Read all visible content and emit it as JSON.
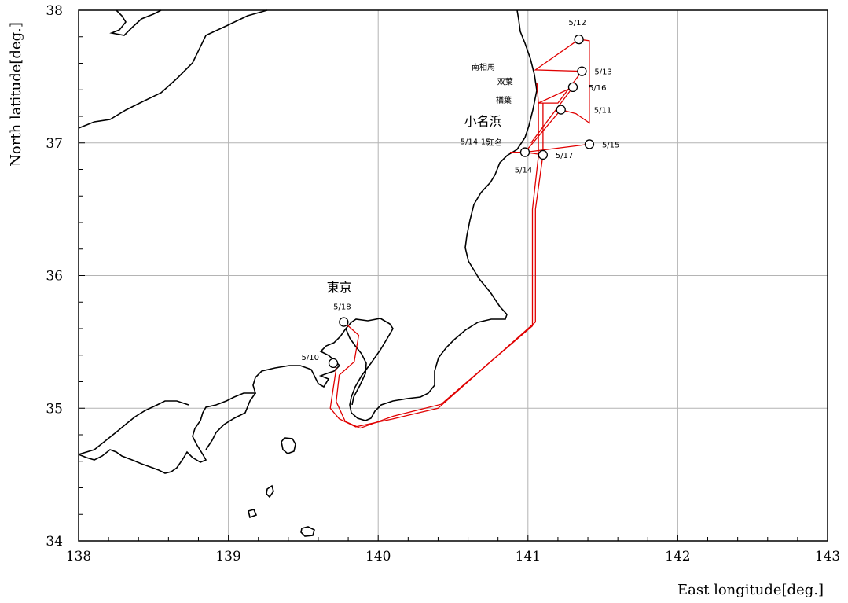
{
  "chart_data": {
    "type": "map-track",
    "xlabel": "East longitude[deg.]",
    "ylabel": "North latitude[deg.]",
    "xlim": [
      138,
      143
    ],
    "ylim": [
      34,
      38
    ],
    "x_ticks": [
      138,
      139,
      140,
      141,
      142,
      143
    ],
    "y_ticks": [
      34,
      35,
      36,
      37,
      38
    ],
    "grid": true,
    "track_color": "#e00000",
    "station_points": [
      {
        "label": "5/10",
        "lon": 139.7,
        "lat": 35.34
      },
      {
        "label": "5/18",
        "lon": 139.77,
        "lat": 35.65
      },
      {
        "label": "5/14",
        "lon": 140.98,
        "lat": 36.93
      },
      {
        "label": "5/17",
        "lon": 141.1,
        "lat": 36.91
      },
      {
        "label": "5/15",
        "lon": 141.41,
        "lat": 36.99
      },
      {
        "label": "5/11",
        "lon": 141.22,
        "lat": 37.25
      },
      {
        "label": "5/16",
        "lon": 141.3,
        "lat": 37.42
      },
      {
        "label": "5/13",
        "lon": 141.36,
        "lat": 37.54
      },
      {
        "label": "5/12",
        "lon": 141.34,
        "lat": 37.78
      }
    ],
    "place_names": [
      {
        "name": "東京",
        "lon": 139.74,
        "lat": 35.88
      },
      {
        "name": "小名浜",
        "lon": 140.7,
        "lat": 37.13
      },
      {
        "name": "5/14-15",
        "lon": 140.65,
        "lat": 36.99
      },
      {
        "name": "江名",
        "lon": 140.83,
        "lat": 36.98
      },
      {
        "name": "南相馬",
        "lon": 140.78,
        "lat": 37.55
      },
      {
        "name": "双葉",
        "lon": 140.9,
        "lat": 37.44
      },
      {
        "name": "楢葉",
        "lon": 140.89,
        "lat": 37.3
      }
    ]
  }
}
